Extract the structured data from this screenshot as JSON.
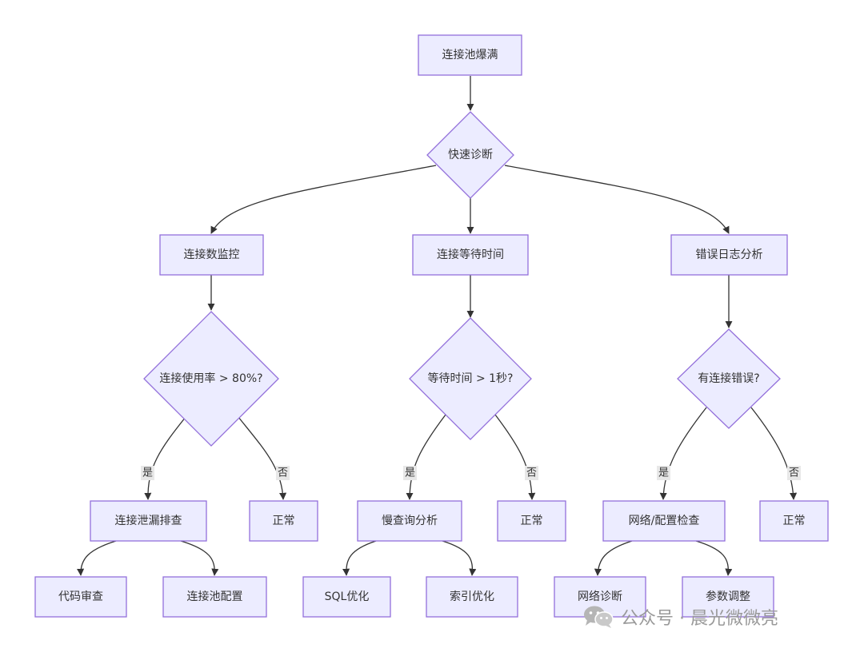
{
  "nodes": {
    "pool_full": "连接池爆满",
    "quick_diag": "快速诊断",
    "conn_monitor": "连接数监控",
    "conn_wait": "连接等待时间",
    "error_log": "错误日志分析",
    "usage_q": "连接使用率 > 80%?",
    "wait_q": "等待时间 > 1秒?",
    "error_q": "有连接错误?",
    "leak_check": "连接泄漏排查",
    "normal_1": "正常",
    "slow_query": "慢查询分析",
    "normal_2": "正常",
    "net_config": "网络/配置检查",
    "normal_3": "正常",
    "code_review": "代码审查",
    "pool_config": "连接池配置",
    "sql_opt": "SQL优化",
    "index_opt": "索引优化",
    "net_diag": "网络诊断",
    "param_tune": "参数调整"
  },
  "edge_labels": {
    "yes": "是",
    "no": "否"
  },
  "watermark": {
    "text": "公众号 · 晨光微微亮",
    "icon": "wechat-icon"
  },
  "colors": {
    "node_fill": "#ececff",
    "node_stroke": "#9370db",
    "edge": "#333333"
  }
}
